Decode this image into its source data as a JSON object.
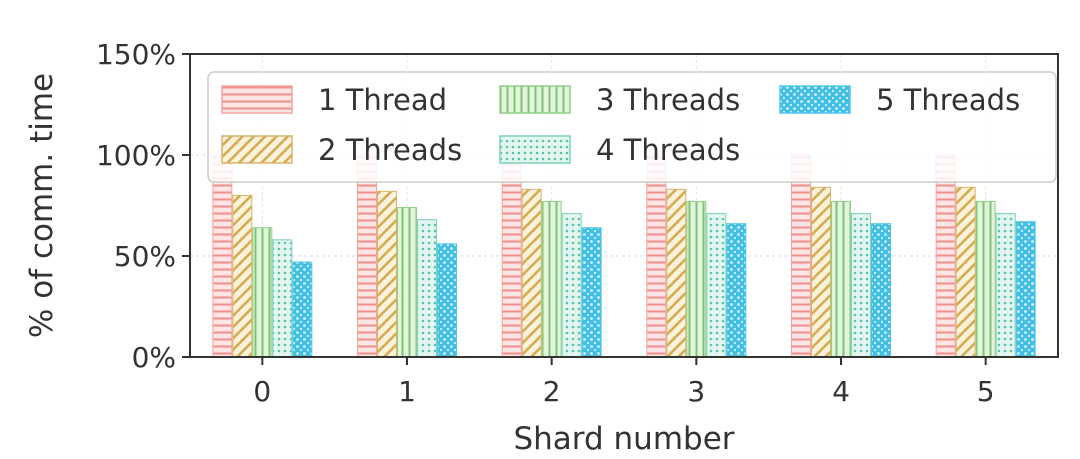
{
  "chart_data": {
    "type": "bar",
    "xlabel": "Shard number",
    "ylabel": "% of comm. time",
    "categories": [
      "0",
      "1",
      "2",
      "3",
      "4",
      "5"
    ],
    "ylim": [
      0,
      150
    ],
    "yticks": [
      0,
      50,
      100,
      150
    ],
    "ytick_labels": [
      "0%",
      "50%",
      "100%",
      "150%"
    ],
    "grid": true,
    "legend_position": "top",
    "series": [
      {
        "name": "1 Thread",
        "color": "#f4a3a0",
        "pattern": "horizontal",
        "values": [
          100,
          100,
          100,
          100,
          100,
          100
        ]
      },
      {
        "name": "2 Threads",
        "color": "#d8b46a",
        "pattern": "diagonal",
        "values": [
          80,
          82,
          83,
          83,
          84,
          84
        ]
      },
      {
        "name": "3 Threads",
        "color": "#8fcf86",
        "pattern": "vertical",
        "values": [
          64,
          74,
          77,
          77,
          77,
          77
        ]
      },
      {
        "name": "4 Threads",
        "color": "#7fd1bd",
        "pattern": "dots",
        "values": [
          58,
          68,
          71,
          71,
          71,
          71
        ]
      },
      {
        "name": "5 Threads",
        "color": "#4fc6ea",
        "pattern": "crosshatch",
        "values": [
          47,
          56,
          64,
          66,
          66,
          67
        ]
      }
    ]
  }
}
